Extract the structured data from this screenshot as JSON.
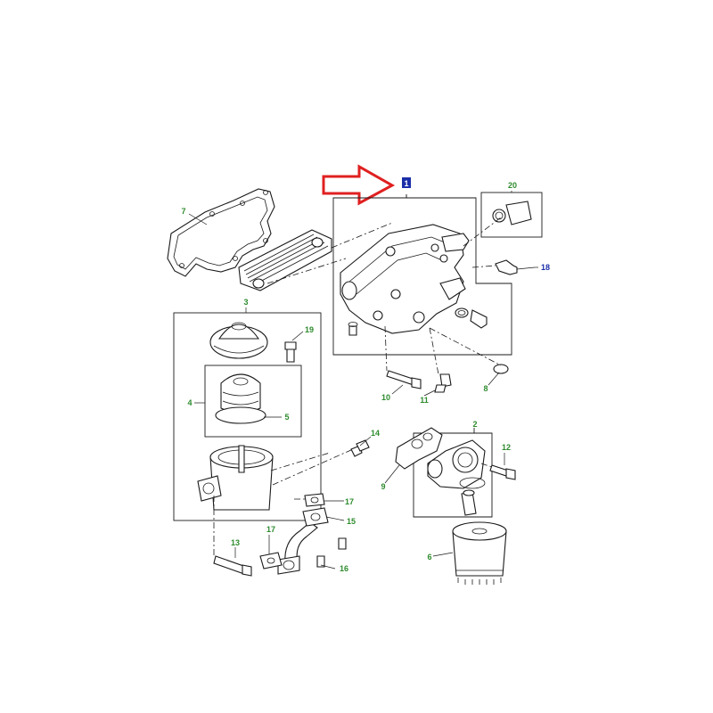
{
  "callouts": {
    "c1": "1",
    "c2": "2",
    "c3": "3",
    "c4": "4",
    "c5": "5",
    "c6": "6",
    "c7": "7",
    "c8": "8",
    "c9": "9",
    "c10": "10",
    "c11": "11",
    "c12": "12",
    "c13": "13",
    "c14": "14",
    "c15": "15",
    "c16": "16",
    "c17a": "17",
    "c17b": "17",
    "c18": "18",
    "c19": "19",
    "c20": "20"
  },
  "colors": {
    "callout_green": "#2e8b2e",
    "callout_blue": "#1a2ea8",
    "highlight_arrow": "#e02020",
    "line": "#1a1a1a"
  }
}
